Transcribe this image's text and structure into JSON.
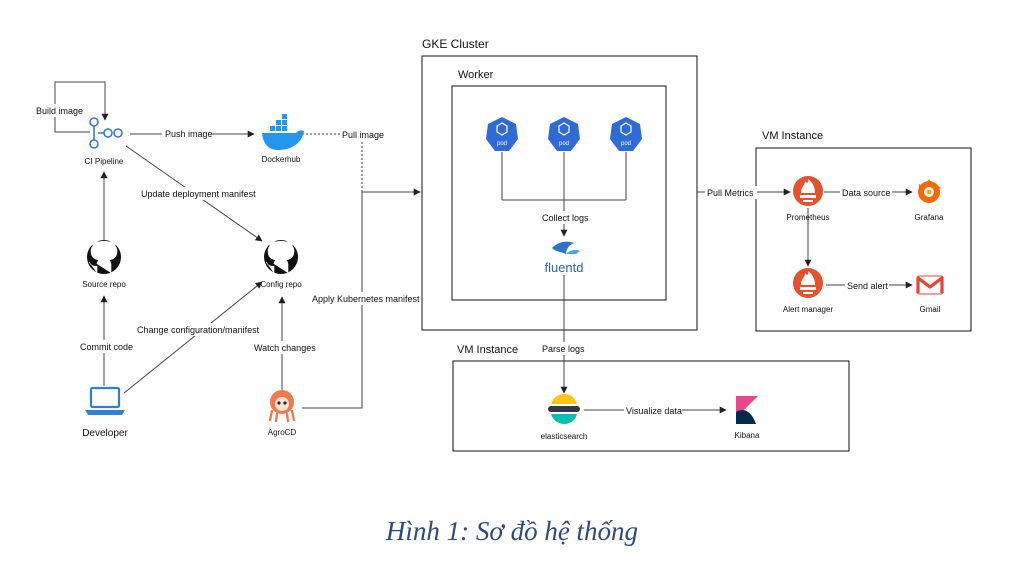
{
  "labels": {
    "build_image": "Build image",
    "push_image": "Push image",
    "pull_image": "Pull image",
    "update_manifest": "Update deployment manifest",
    "commit_code": "Commit code",
    "change_config": "Change configuration/manifest",
    "watch_changes": "Watch changes",
    "apply_manifest": "Apply Kubernetes manifest",
    "collect_logs": "Collect logs",
    "pull_metrics": "Pull Metrics",
    "data_source": "Data source",
    "send_alert": "Send alert",
    "parse_logs": "Parse logs",
    "visualize_data": "Visualize data"
  },
  "nodes": {
    "ci_pipeline": "CI Pipeline",
    "dockerhub": "Dockerhub",
    "source_repo": "Source repo",
    "config_repo": "Config repo",
    "developer": "Developer",
    "argocd": "AgroCD",
    "pod": "pod",
    "fluentd": "fluentd",
    "prometheus": "Prometheus",
    "grafana": "Grafana",
    "alert_manager": "Alert manager",
    "gmail": "Gmail",
    "elasticsearch": "elasticsearch",
    "kibana": "Kibana"
  },
  "containers": {
    "gke_cluster": "GKE Cluster",
    "worker": "Worker",
    "vm_top": "VM Instance",
    "vm_bottom": "VM Instance"
  },
  "caption": "Hình 1: Sơ đồ hệ thống",
  "colors": {
    "pod": "#2f6bd6",
    "docker": "#2496ed",
    "prometheus": "#e6522c",
    "elastic_yellow": "#fec514",
    "elastic_teal": "#00bfb3",
    "elastic_dark": "#343741",
    "kibana_pink": "#e8478b",
    "kibana_dark": "#00294d",
    "grafana": "#f46800",
    "gmail": "#ea4335",
    "caption": "#2e4a7a"
  }
}
